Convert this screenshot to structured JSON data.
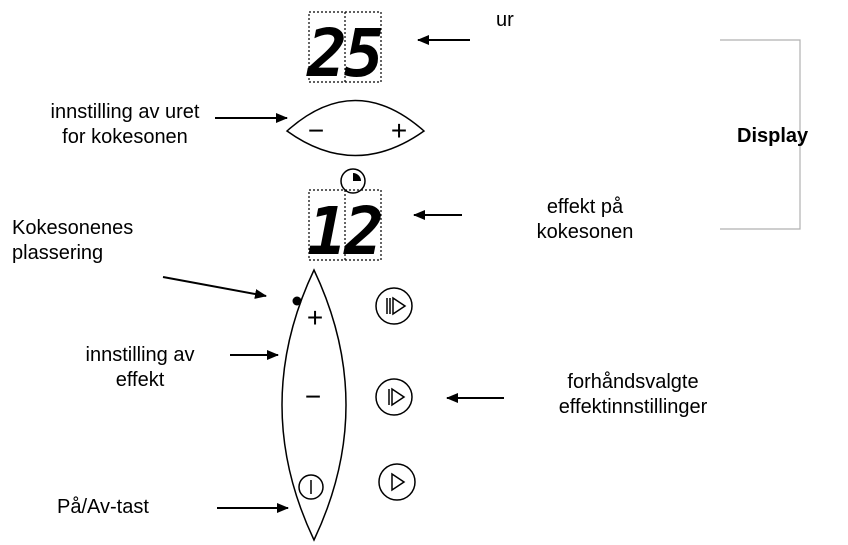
{
  "display_top": {
    "digits": "25",
    "label": "ur"
  },
  "timer_adjust": {
    "label_line1": "innstilling av uret",
    "label_line2": "for kokesonen",
    "minus": "−",
    "plus": "+"
  },
  "display_bottom": {
    "digits": "12",
    "label_line1": "effekt på",
    "label_line2": "kokesonen"
  },
  "display_group_label": "Display",
  "zone_position": {
    "label_line1": "Kokesonenes",
    "label_line2": "plassering"
  },
  "power_adjust": {
    "label_line1": "innstilling av",
    "label_line2": "effekt",
    "plus": "+",
    "minus": "−"
  },
  "on_off": {
    "label": "På/Av-tast"
  },
  "presets": {
    "label_line1": "forhåndsvalgte",
    "label_line2": "effektinnstillinger"
  },
  "colors": {
    "ink": "#000000",
    "bracket": "#b0b0b0",
    "segment": "#000000"
  }
}
